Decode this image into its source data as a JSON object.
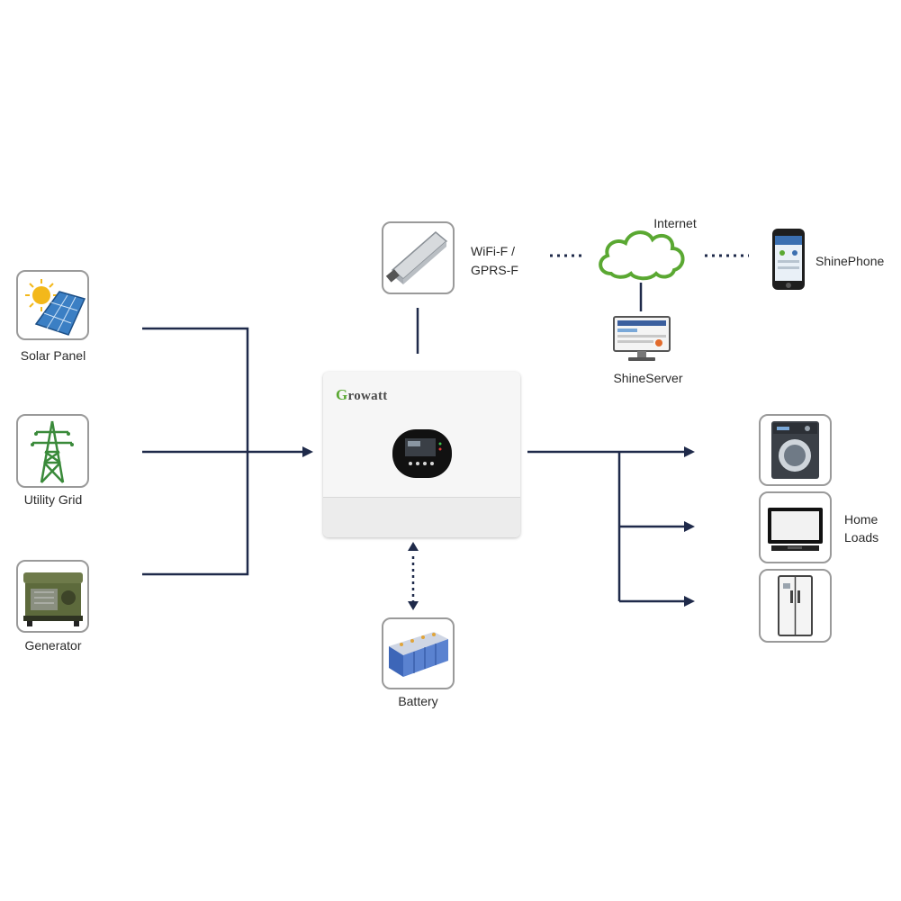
{
  "sources": {
    "solar_label": "Solar Panel",
    "grid_label": "Utility Grid",
    "generator_label": "Generator"
  },
  "inverter": {
    "brand_initial": "G",
    "brand_rest": "rowatt"
  },
  "battery": {
    "label": "Battery"
  },
  "comms": {
    "wifi_line1": "WiFi-F /",
    "wifi_line2": "GPRS-F",
    "internet_label": "Internet",
    "server_label": "ShineServer",
    "phone_label": "ShinePhone"
  },
  "loads": {
    "label_line1": "Home",
    "label_line2": "Loads"
  },
  "colors": {
    "line": "#1f2a4a",
    "cloud": "#5aa832",
    "brand_green": "#5aa832",
    "box_border": "#9a9a9a"
  }
}
